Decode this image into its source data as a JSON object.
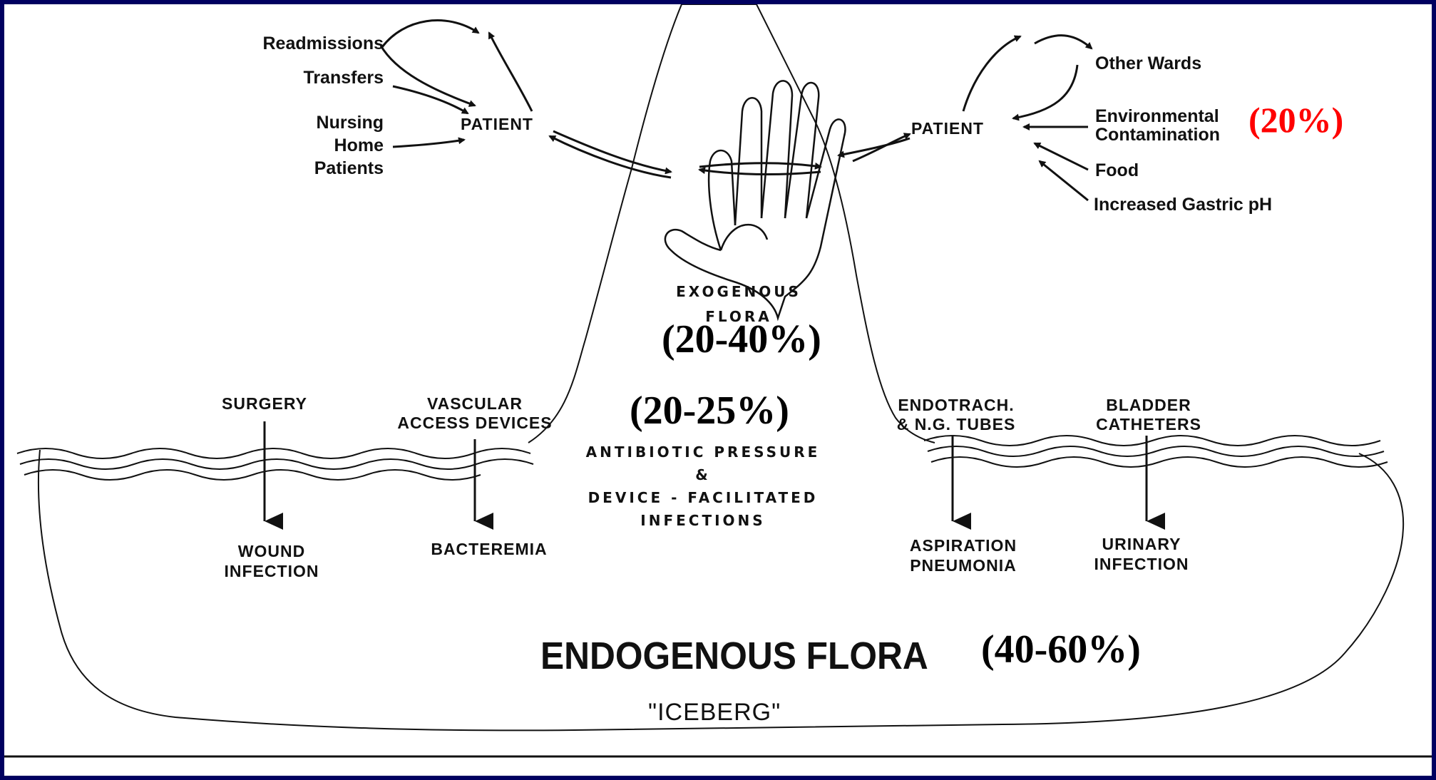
{
  "colors": {
    "border": "#000060",
    "ink": "#111111",
    "red_label": "#ff0000"
  },
  "left_cycle": {
    "readmissions": "Readmissions",
    "transfers": "Transfers",
    "nursing_home": [
      "Nursing",
      "Home",
      "Patients"
    ],
    "patient": "PATIENT"
  },
  "right_cycle": {
    "other_wards": "Other Wards",
    "environmental": [
      "Environmental",
      "Contamination"
    ],
    "environmental_pct": "(20%)",
    "food": "Food",
    "gastric": "Increased Gastric pH",
    "patient": "PATIENT"
  },
  "exogenous": {
    "label": [
      "EXOGENOUS",
      "FLORA"
    ],
    "pct": "(20-40%)"
  },
  "antibiotic": {
    "pct": "(20-25%)",
    "lines": [
      "ANTIBIOTIC PRESSURE",
      "&",
      "DEVICE - FACILITATED",
      "INFECTIONS"
    ]
  },
  "entries": [
    {
      "source": [
        "SURGERY"
      ],
      "result": [
        "WOUND",
        "INFECTION"
      ]
    },
    {
      "source": [
        "VASCULAR",
        "ACCESS DEVICES"
      ],
      "result": [
        "BACTEREMIA"
      ]
    },
    {
      "source": [
        "ENDOTRACH.",
        "& N.G. TUBES"
      ],
      "result": [
        "ASPIRATION",
        "PNEUMONIA"
      ]
    },
    {
      "source": [
        "BLADDER",
        "CATHETERS"
      ],
      "result": [
        "URINARY",
        "INFECTION"
      ]
    }
  ],
  "endogenous": {
    "label": "ENDOGENOUS FLORA",
    "pct": "(40-60%)",
    "caption": "\"ICEBERG\""
  }
}
